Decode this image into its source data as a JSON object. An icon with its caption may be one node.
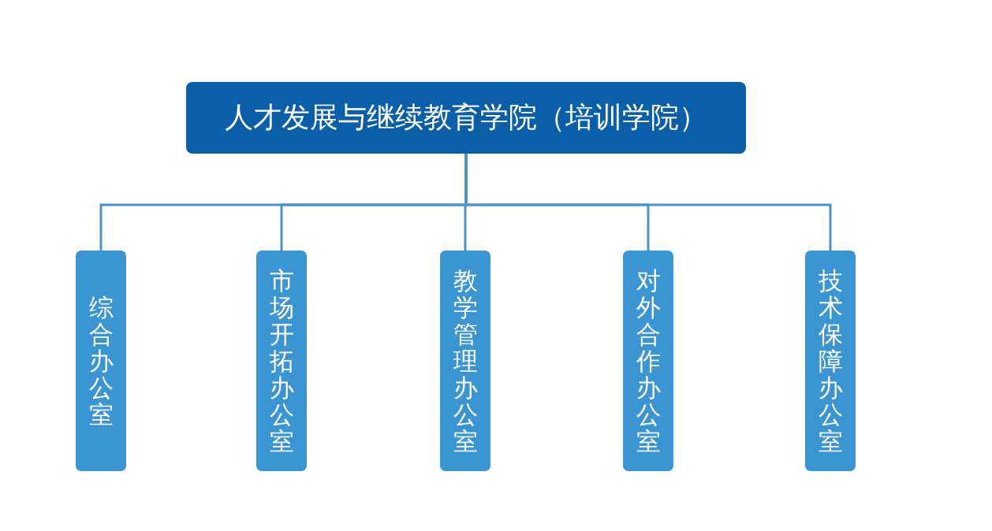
{
  "diagram": {
    "nodes": [
      {
        "text": [
          "人才发展与继续教育学院（培训学院）"
        ]
      },
      {
        "text": [
          "综合办公室"
        ]
      },
      {
        "text": [
          "市场开拓办公室"
        ]
      },
      {
        "text": [
          "教学管理办公室"
        ]
      },
      {
        "text": [
          "对外合作办公室"
        ]
      },
      {
        "text": [
          "技术保障办公室"
        ]
      }
    ],
    "edges": [
      {
        "from": 0,
        "to": 1,
        "arrow": "none"
      },
      {
        "from": 0,
        "to": 2,
        "arrow": "none"
      },
      {
        "from": 0,
        "to": 3,
        "arrow": "none"
      },
      {
        "from": 0,
        "to": 4,
        "arrow": "none"
      },
      {
        "from": 0,
        "to": 5,
        "arrow": "none"
      }
    ]
  }
}
